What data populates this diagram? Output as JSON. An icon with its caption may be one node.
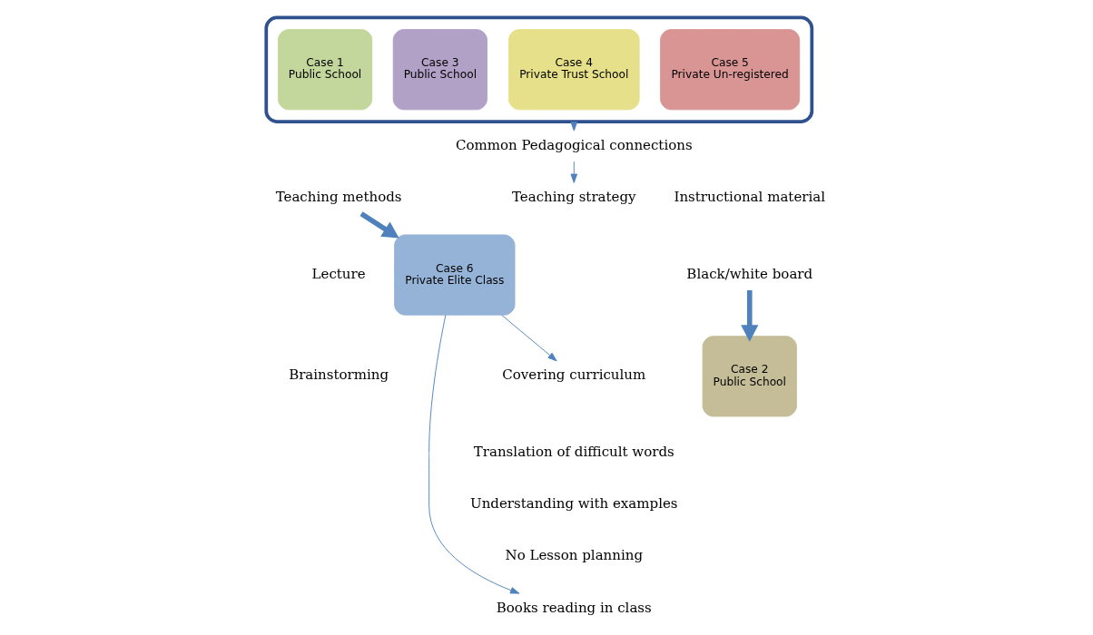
{
  "diagram": {
    "nodes": [
      {
        "text": [],
        "shape": "ellipse"
      },
      {
        "text": [
          "Case 1",
          "Public School"
        ],
        "in": 0
      },
      {
        "text": [
          "Case 3",
          "Public School"
        ],
        "in": 0
      },
      {
        "text": [
          "Case 4",
          "Private Trust School"
        ],
        "in": 0
      },
      {
        "text": [
          "Case 5",
          "Private Un-registered"
        ],
        "in": 0
      },
      {
        "text": [
          "Common Pedagogical connections"
        ]
      },
      {
        "text": [
          "Teaching methods"
        ]
      },
      {
        "text": [
          "Lecture"
        ]
      },
      {
        "text": [
          "Brainstorming"
        ]
      },
      {
        "text": [
          "Teaching strategy"
        ]
      },
      {
        "text": [
          "Covering curriculum"
        ]
      },
      {
        "text": [
          "Translation of difficult words"
        ]
      },
      {
        "text": [
          "Understanding with examples"
        ]
      },
      {
        "text": [
          "No Lesson planning"
        ]
      },
      {
        "text": [
          "Books reading in class"
        ]
      },
      {
        "text": [
          "Instructional material"
        ]
      },
      {
        "text": [
          "Black/white board"
        ]
      },
      {
        "text": [
          "Case 6",
          "Private Elite Class"
        ]
      },
      {
        "text": [
          "Case 2",
          "Public School"
        ]
      }
    ],
    "edges": [
      {
        "from": 0,
        "to": 5,
        "arrow": "to"
      },
      {
        "from": 5,
        "to": 9,
        "arrow": "to"
      },
      {
        "from": 6,
        "to": 17,
        "arrow": "to",
        "style": "thick"
      },
      {
        "from": 17,
        "to": 10,
        "arrow": "to"
      },
      {
        "from": 17,
        "to": 14,
        "arrow": "to"
      },
      {
        "from": 16,
        "to": 18,
        "arrow": "to",
        "style": "thick"
      }
    ]
  }
}
